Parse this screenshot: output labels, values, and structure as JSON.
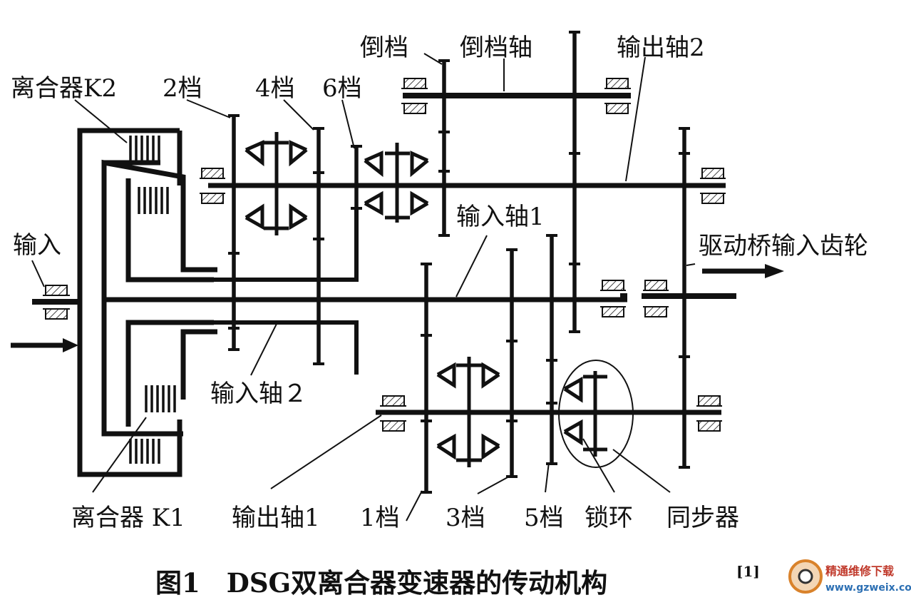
{
  "labels": {
    "reverse_gear": "倒档",
    "reverse_shaft": "倒档轴",
    "output_shaft_2": "输出轴2",
    "clutch_k2": "离合器K2",
    "gear_2": "2档",
    "gear_4": "4档",
    "gear_6": "6档",
    "input": "输入",
    "input_shaft_1": "输入轴1",
    "final_drive_gear": "驱动桥输入齿轮",
    "input_shaft_2": "输入轴２",
    "clutch_k1": "离合器 K1",
    "output_shaft_1": "输出轴1",
    "gear_1": "1档",
    "gear_3": "3档",
    "gear_5": "5档",
    "lock_ring": "锁环",
    "synchronizer": "同步器"
  },
  "caption": {
    "text": "图1　DSG双离合器变速器的传动机构",
    "ref": "[1]"
  },
  "watermark": {
    "name": "精通维修下载",
    "url": "www.gzweix.com"
  },
  "colors": {
    "ink": "#111111",
    "watermark_red": "#c0392b",
    "watermark_blue": "#2c6fb3"
  }
}
